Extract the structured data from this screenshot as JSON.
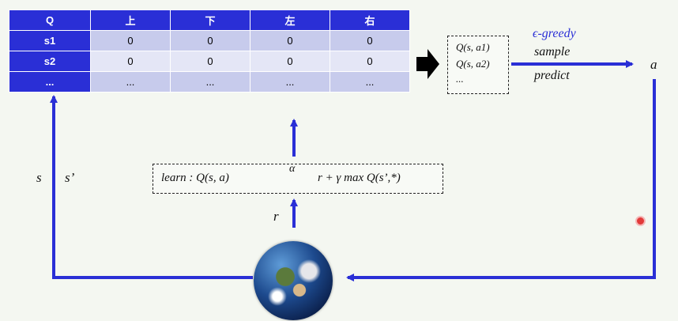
{
  "table": {
    "header": [
      "Q",
      "上",
      "下",
      "左",
      "右"
    ],
    "rows": [
      {
        "state": "s1",
        "values": [
          "0",
          "0",
          "0",
          "0"
        ]
      },
      {
        "state": "s2",
        "values": [
          "0",
          "0",
          "0",
          "0"
        ]
      },
      {
        "state": "...",
        "values": [
          "...",
          "...",
          "...",
          "..."
        ]
      }
    ]
  },
  "qvalues_box": {
    "lines": [
      "Q(s, a1)",
      "Q(s, a2)",
      "..."
    ]
  },
  "policy": {
    "name": "ϵ-greedy",
    "sample": "sample",
    "predict": "predict",
    "action": "a"
  },
  "learn": {
    "left": "learn : Q(s, a)",
    "arrow_label": "α",
    "right": "r + γ max Q(s’,*)"
  },
  "feedback": {
    "s": "s",
    "s_prime": "s’",
    "reward": "r"
  },
  "colors": {
    "header_blue": "#2a2fd6",
    "arrow_blue": "#2a2fd6",
    "cell_dark": "#c7cbec",
    "cell_light": "#e4e6f6"
  },
  "icons": [
    "earth-icon",
    "black-right-arrow-icon"
  ]
}
